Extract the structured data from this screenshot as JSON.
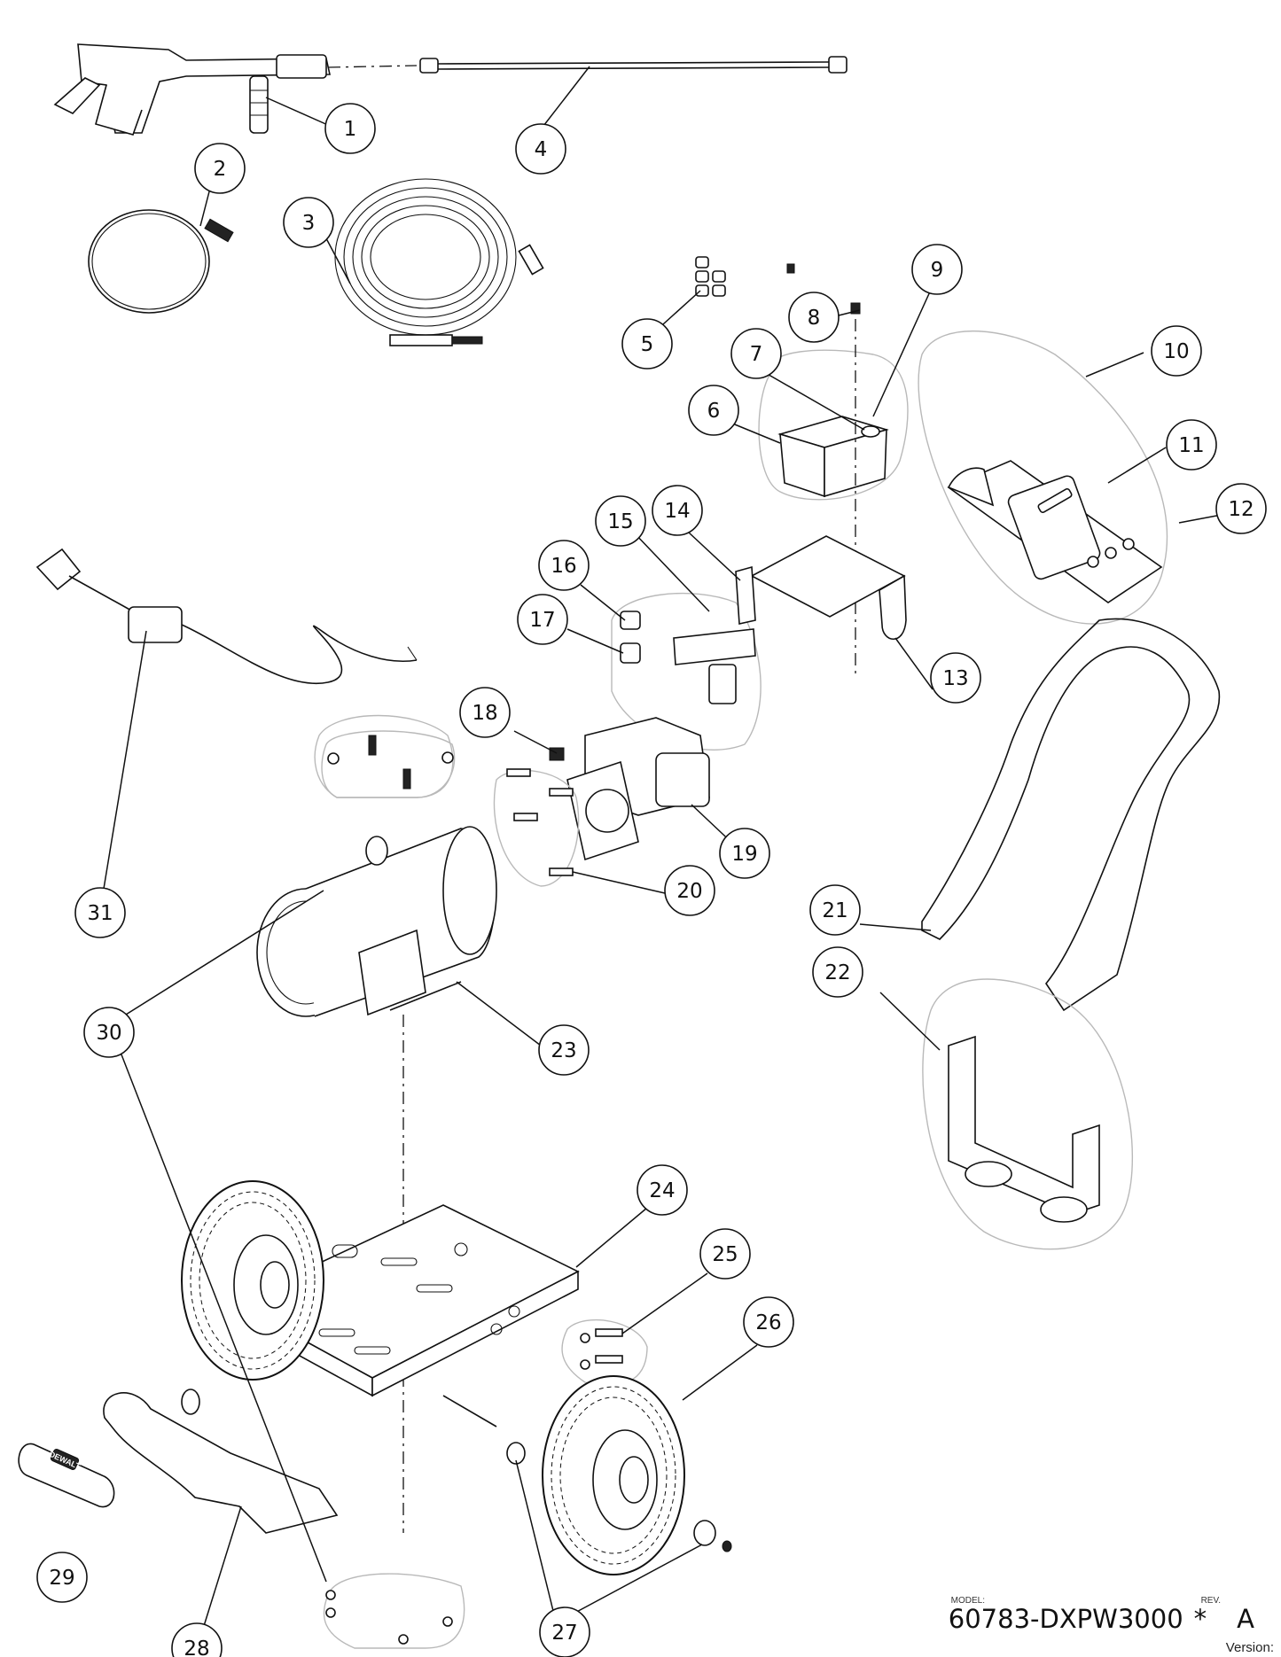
{
  "callouts": [
    "1",
    "2",
    "3",
    "4",
    "5",
    "6",
    "7",
    "8",
    "9",
    "10",
    "11",
    "12",
    "13",
    "14",
    "15",
    "16",
    "17",
    "18",
    "19",
    "20",
    "21",
    "22",
    "23",
    "24",
    "25",
    "26",
    "27",
    "28",
    "29",
    "30",
    "31"
  ],
  "title_block": {
    "model_label": "MODEL:",
    "model": "60783-DXPW3000",
    "star": "*",
    "rev_label": "REV.",
    "rev": "A",
    "version_label": "Version:"
  },
  "logo_text": "DEWALT"
}
